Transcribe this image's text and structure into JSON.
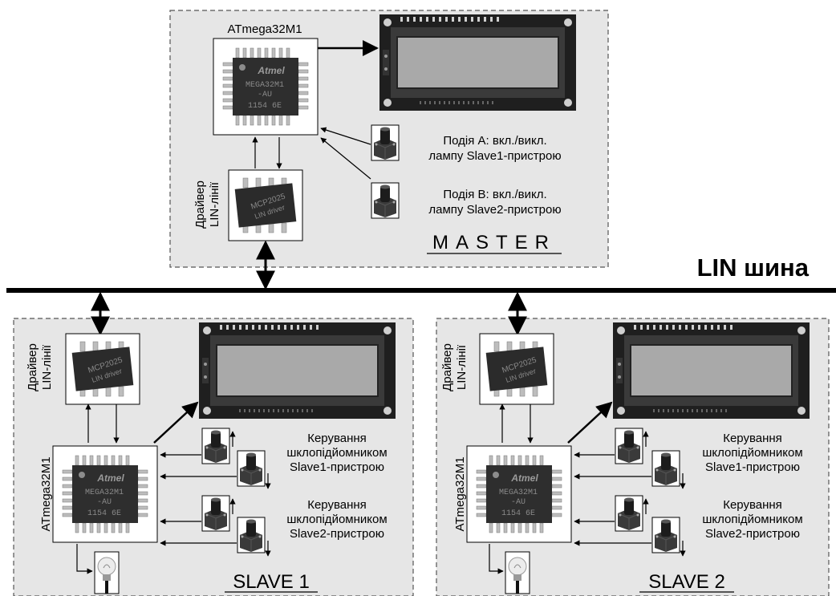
{
  "bus": {
    "label": "LIN шина"
  },
  "master": {
    "title": "MASTER",
    "mcu_label": "ATmega32M1",
    "driver_label_line1": "Драйвер",
    "driver_label_line2": "LIN-лінії",
    "chip_brand": "Atmel",
    "chip_marking_1": "MEGA32M1",
    "chip_marking_2": "-AU",
    "chip_marking_3": "1154 6E",
    "driver_chip_line1": "MCP2025",
    "driver_chip_line2": "LIN driver",
    "event_a_line1": "Подія А: вкл./викл.",
    "event_a_line2": "лампу Slave1-пристрою",
    "event_b_line1": "Подія В: вкл./викл.",
    "event_b_line2": "лампу Slave2-пристрою"
  },
  "slave1": {
    "title": "SLAVE 1",
    "mcu_label": "ATmega32M1",
    "driver_label_line1": "Драйвер",
    "driver_label_line2": "LIN-лінії",
    "group1_line1": "Керування",
    "group1_line2": "шклопідйомником",
    "group1_line3": "Slave1-пристрою",
    "group2_line1": "Керування",
    "group2_line2": "шклопідйомником",
    "group2_line3": "Slave2-пристрою"
  },
  "slave2": {
    "title": "SLAVE 2",
    "mcu_label": "ATmega32M1",
    "driver_label_line1": "Драйвер",
    "driver_label_line2": "LIN-лінії",
    "group1_line1": "Керування",
    "group1_line2": "шклопідйомником",
    "group1_line3": "Slave1-пристрою",
    "group2_line1": "Керування",
    "group2_line2": "шклопідйомником",
    "group2_line3": "Slave2-пристрою"
  },
  "colors": {
    "panel_fill": "#e6e6e6",
    "panel_border": "#555555",
    "lcd_screen": "#a8a8a8",
    "pcb": "#2a2a2a",
    "chip_body": "#2b2b2b",
    "pin": "#bfbfbf"
  },
  "icons": [
    "microcontroller-chip-icon",
    "lin-driver-chip-icon",
    "lcd-module-icon",
    "push-button-icon",
    "light-bulb-icon"
  ]
}
